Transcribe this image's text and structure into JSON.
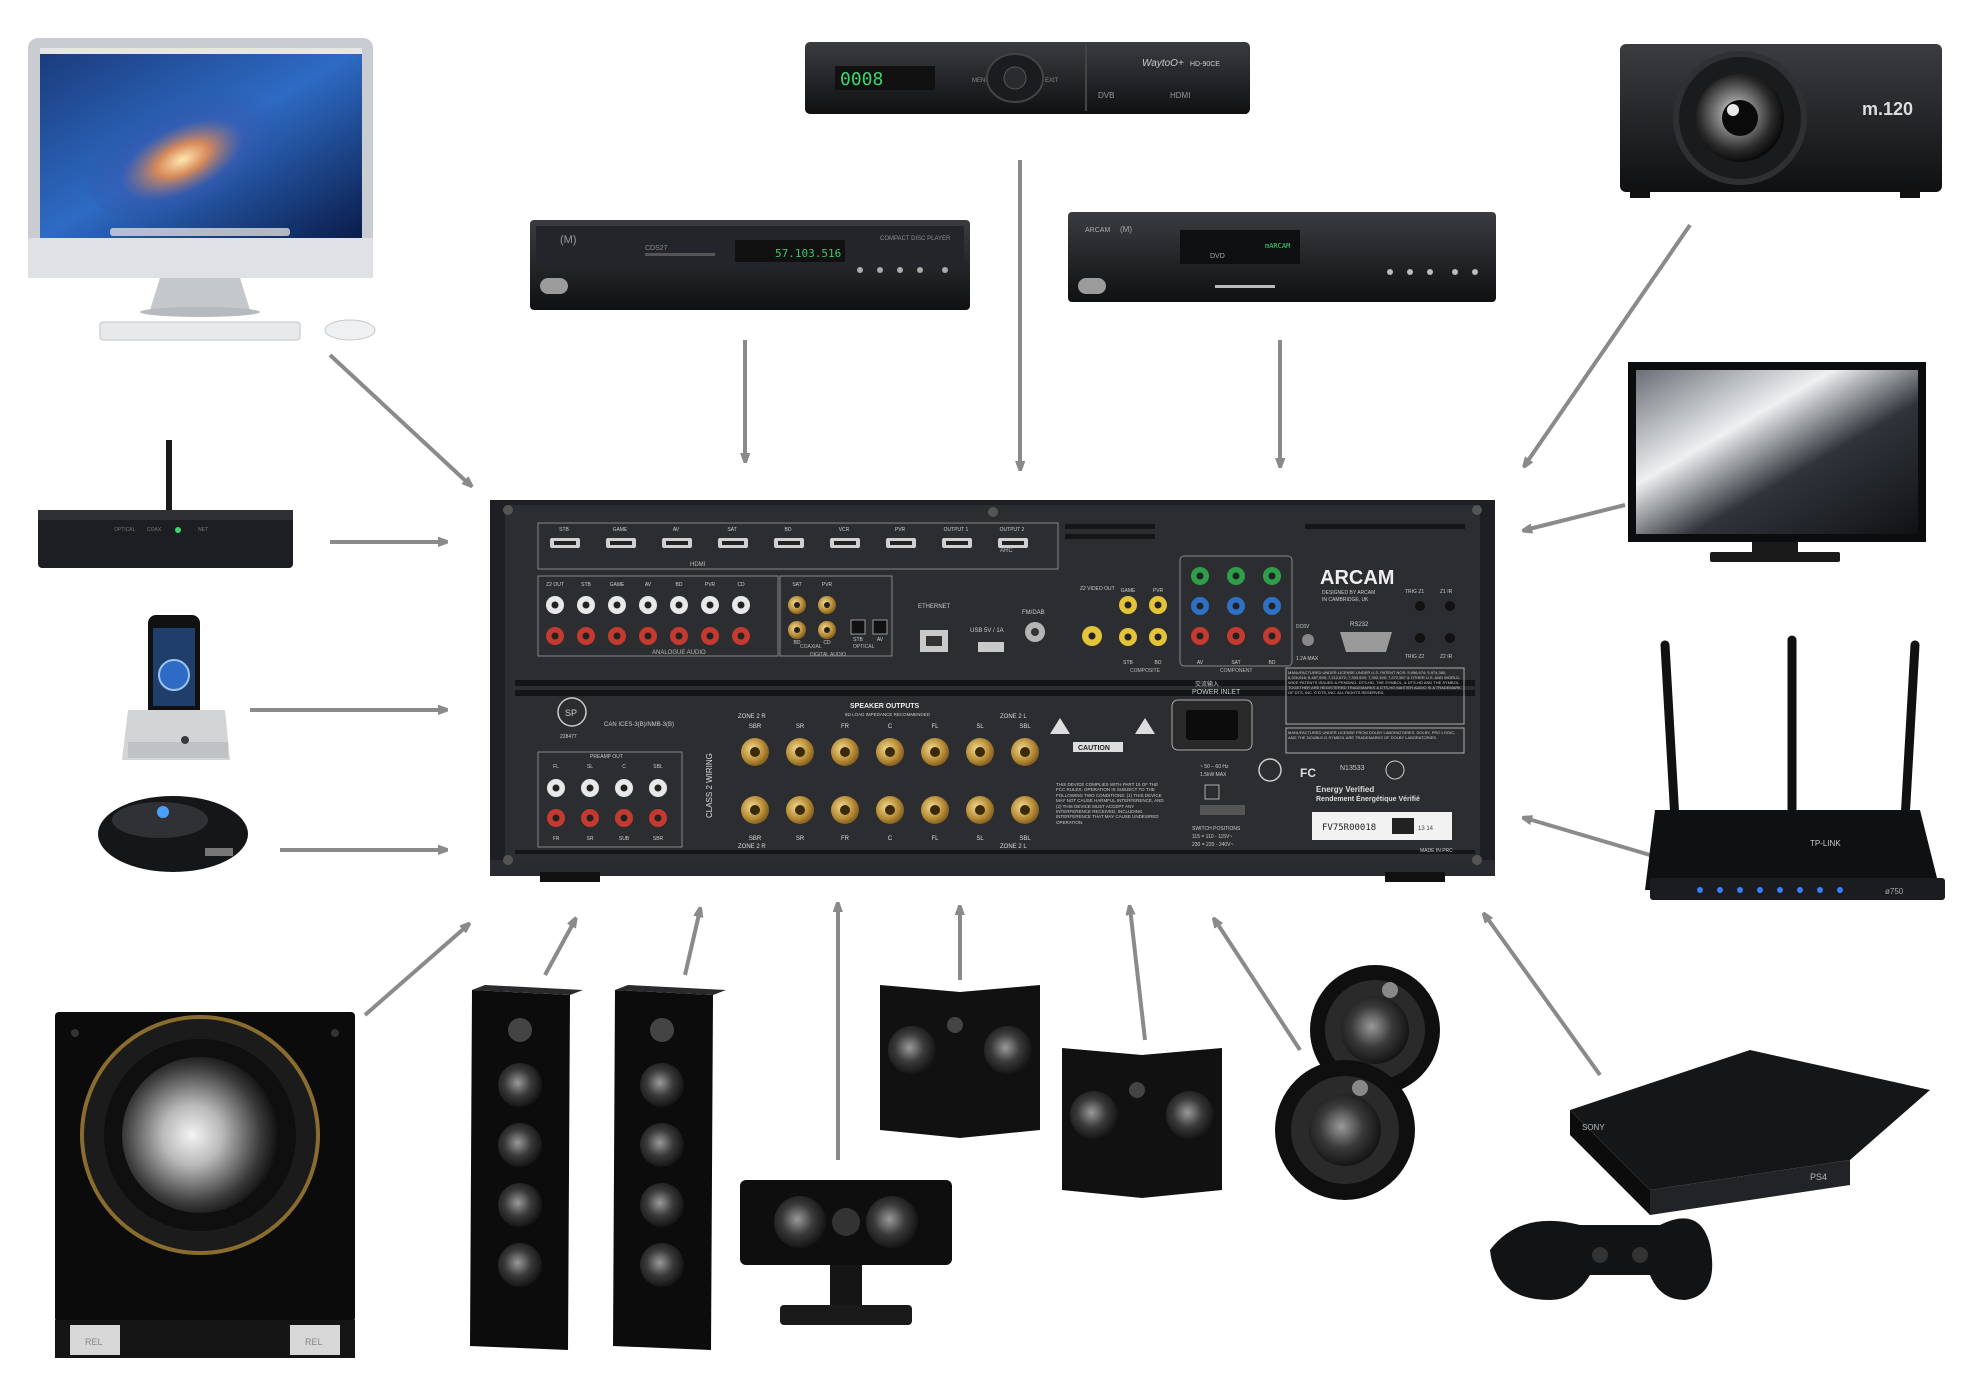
{
  "receiver": {
    "brand": "ARCAM",
    "tagline1": "DESIGNED BY ARCAM",
    "tagline2": "IN CAMBRIDGE, UK",
    "hdmi_inputs": [
      "STB",
      "GAME",
      "AV",
      "SAT",
      "BD",
      "VCR",
      "PVR"
    ],
    "hdmi_outputs": [
      "OUTPUT 1",
      "OUTPUT 2"
    ],
    "hdmi_label": "HDMI",
    "arc_label": "ARC",
    "analogue_inputs": [
      "Z2 OUT",
      "STB",
      "GAME",
      "AV",
      "BD",
      "PVR",
      "CD"
    ],
    "analogue_label": "ANALOGUE AUDIO",
    "digital_coax": [
      "SAT",
      "PVR"
    ],
    "digital_coax_bottom": [
      "BD",
      "CD"
    ],
    "digital_optical": [
      "STB",
      "AV"
    ],
    "coaxial_label": "COAXIAL",
    "optical_label": "OPTICAL",
    "digital_label": "DIGITAL AUDIO",
    "ethernet_label": "ETHERNET",
    "usb_label": "USB 5V / 1A",
    "fm_label": "FM/DAB",
    "z2_video_label": "Z2 VIDEO OUT",
    "composite_labels": [
      "GAME",
      "PVR",
      "STB",
      "BD"
    ],
    "composite_label": "COMPOSITE",
    "component_labels": [
      "AV",
      "SAT",
      "BD"
    ],
    "component_label": "COMPONENT",
    "rs232_label": "RS232",
    "dc_label": "DC6V",
    "dc_max_label": "1.2A MAX",
    "trig_labels": [
      "TRIG Z1",
      "Z1 IR",
      "TRIG Z2",
      "Z2 IR"
    ],
    "speaker_outputs_label": "SPEAKER OUTPUTS",
    "speaker_sub_label": "8Ω LOAD IMPEDANCE RECOMMENDED",
    "zone2r_label": "ZONE 2 R",
    "zone2l_label": "ZONE 2 L",
    "class2_label": "CLASS 2 WIRING",
    "speaker_channels": [
      "SBR",
      "SR",
      "FR",
      "C",
      "FL",
      "SL",
      "SBL"
    ],
    "preamp_label": "PREAMP OUT",
    "preamp_top": [
      "FL",
      "SL",
      "C",
      "SBL"
    ],
    "preamp_bottom": [
      "FR",
      "SR",
      "SUB",
      "SBR"
    ],
    "cert_text": "CAN ICES-3(B)/NMB-3(B)",
    "cert_number": "228477",
    "caution_label": "CAUTION",
    "power_inlet_label": "POWER INLET",
    "power_inlet_cn": "交流输入",
    "power_spec1": "~ 50 – 60 Hz",
    "power_spec2": "1.5kW MAX",
    "energy_label1": "Energy Verified",
    "energy_label2": "Rendement Énergétique Vérifié",
    "serial": "FV75R00018",
    "serial_suffix": "13 14",
    "made_in": "MADE IN PRC",
    "switch_label": "SWITCH POSITIONS",
    "switch_spec1": "115 = 110 - 115V~",
    "switch_spec2": "230 = 220 - 240V~",
    "patent_text": "MANUFACTURED UNDER LICENSE UNDER U.S. PATENT NOS: 5,956,674; 5,974,380; 6,226,616; 6,487,535; 7,212,872; 7,333,929; 7,392,195; 7,272,567 & OTHER U.S. AND WORLD-WIDE PATENTS ISSUED & PENDING. DTS-HD, THE SYMBOL, & DTS-HD AND THE SYMBOL TOGETHER ARE REGISTERED TRADEMARKS & DTS-HD MASTER AUDIO IS A TRADEMARK OF DTS, INC. © DTS, INC. ALL RIGHTS RESERVED.",
    "dolby_text": "MANUFACTURED UNDER LICENSE FROM DOLBY LABORATORIES. DOLBY, PRO LOGIC, AND THE DOUBLE-D SYMBOL ARE TRADEMARKS OF DOLBY LABORATORIES.",
    "fcc_text": "THIS DEVICE COMPLIES WITH PART 15 OF THE FCC RULES. OPERATION IS SUBJECT TO THE FOLLOWING TWO CONDITIONS: (1) THIS DEVICE MAY NOT CAUSE HARMFUL INTERFERENCE, AND (2) THIS DEVICE MUST ACCEPT ANY INTERFERENCE RECEIVED, INCLUDING INTERFERENCE THAT MAY CAUSE UNDESIRED OPERATION."
  },
  "devices": {
    "stb_brand": "WaytoO+",
    "stb_model": "HD-90CE",
    "stb_display": "0008",
    "stb_dvb": "DVB",
    "stb_hdmi": "HDMI",
    "stb_menu": "MENU",
    "stb_exit": "EXIT",
    "cd_display": "57.103.516",
    "cd_logo": "(M)",
    "cd_model": "CDS27",
    "cd_tag": "COMPACT DISC PLAYER",
    "bd_brand": "ARCAM",
    "bd_logo": "(M)",
    "bd_display": "mARCAM",
    "bd_dvd": "DVD",
    "projector_model": "m.120",
    "wifi_labels": [
      "OPTICAL",
      "COAX",
      "NET"
    ],
    "router_brand": "TP-LINK",
    "router_model": "ø750",
    "ps4_brand": "SONY",
    "ps4_logo": "PS4",
    "sub_badge_left": "REL",
    "sub_badge_right": "REL"
  },
  "colors": {
    "arrow": "#8a8a8a",
    "receiver_body": "#2b2d30",
    "gold": "#c9a24a"
  }
}
